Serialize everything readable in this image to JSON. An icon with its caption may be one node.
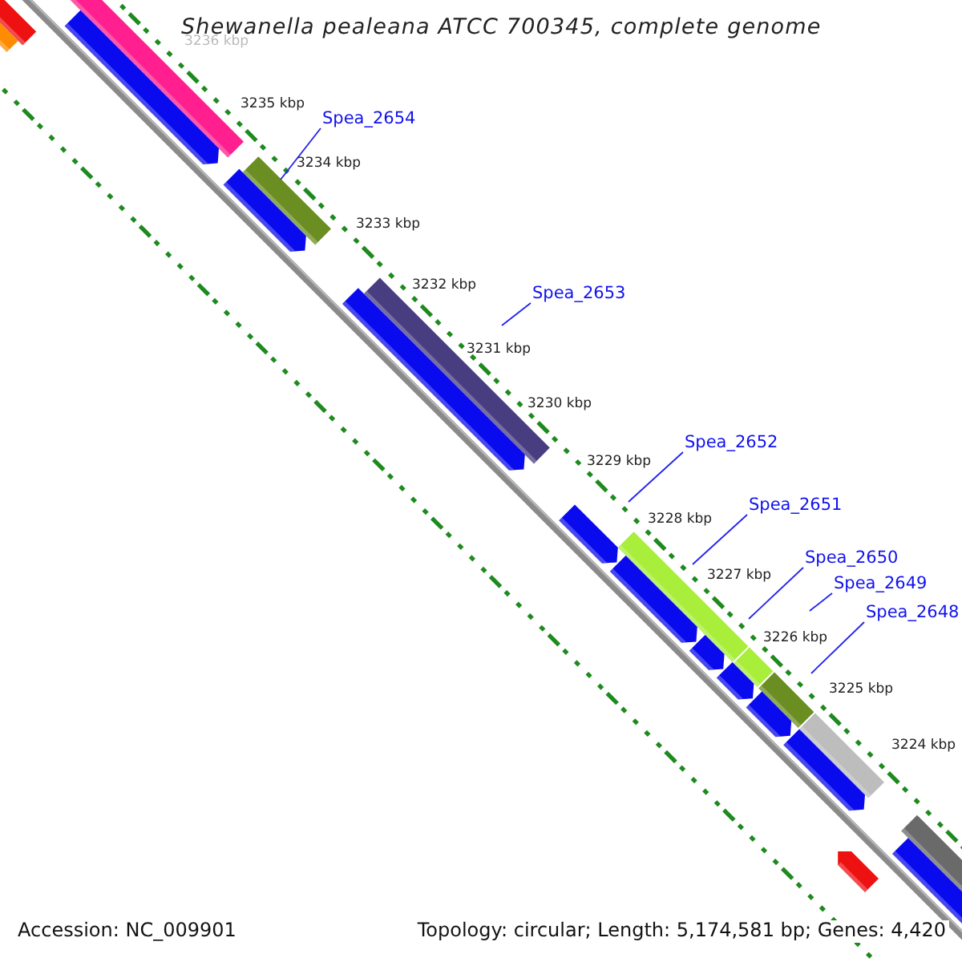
{
  "diagram": {
    "title": "Shewanella pealeana ATCC 700345, complete genome",
    "nodes": [
      {
        "text": [
          "Spea_2654"
        ]
      },
      {
        "text": [
          "Spea_2653"
        ]
      },
      {
        "text": [
          "Spea_2652"
        ]
      },
      {
        "text": [
          "Spea_2651"
        ]
      },
      {
        "text": [
          "Spea_2650"
        ]
      },
      {
        "text": [
          "Spea_2649"
        ]
      },
      {
        "text": [
          "Spea_2648"
        ]
      }
    ],
    "edges": [
      {
        "from": 0,
        "to": null,
        "arrow": "none"
      },
      {
        "from": 1,
        "to": null,
        "arrow": "none"
      },
      {
        "from": 2,
        "to": null,
        "arrow": "none"
      },
      {
        "from": 3,
        "to": null,
        "arrow": "none"
      },
      {
        "from": 4,
        "to": null,
        "arrow": "none"
      },
      {
        "from": 5,
        "to": null,
        "arrow": "none"
      },
      {
        "from": 6,
        "to": null,
        "arrow": "none"
      }
    ],
    "labels": [
      "3236 kbp",
      "3235 kbp",
      "3234 kbp",
      "3233 kbp",
      "3232 kbp",
      "3231 kbp",
      "3230 kbp",
      "3229 kbp",
      "3228 kbp",
      "3227 kbp",
      "3226 kbp",
      "3225 kbp",
      "3224 kbp",
      "Accession: NC_009901",
      "Topology: circular; Length: 5,174,581 bp; Genes: 4,420"
    ]
  }
}
